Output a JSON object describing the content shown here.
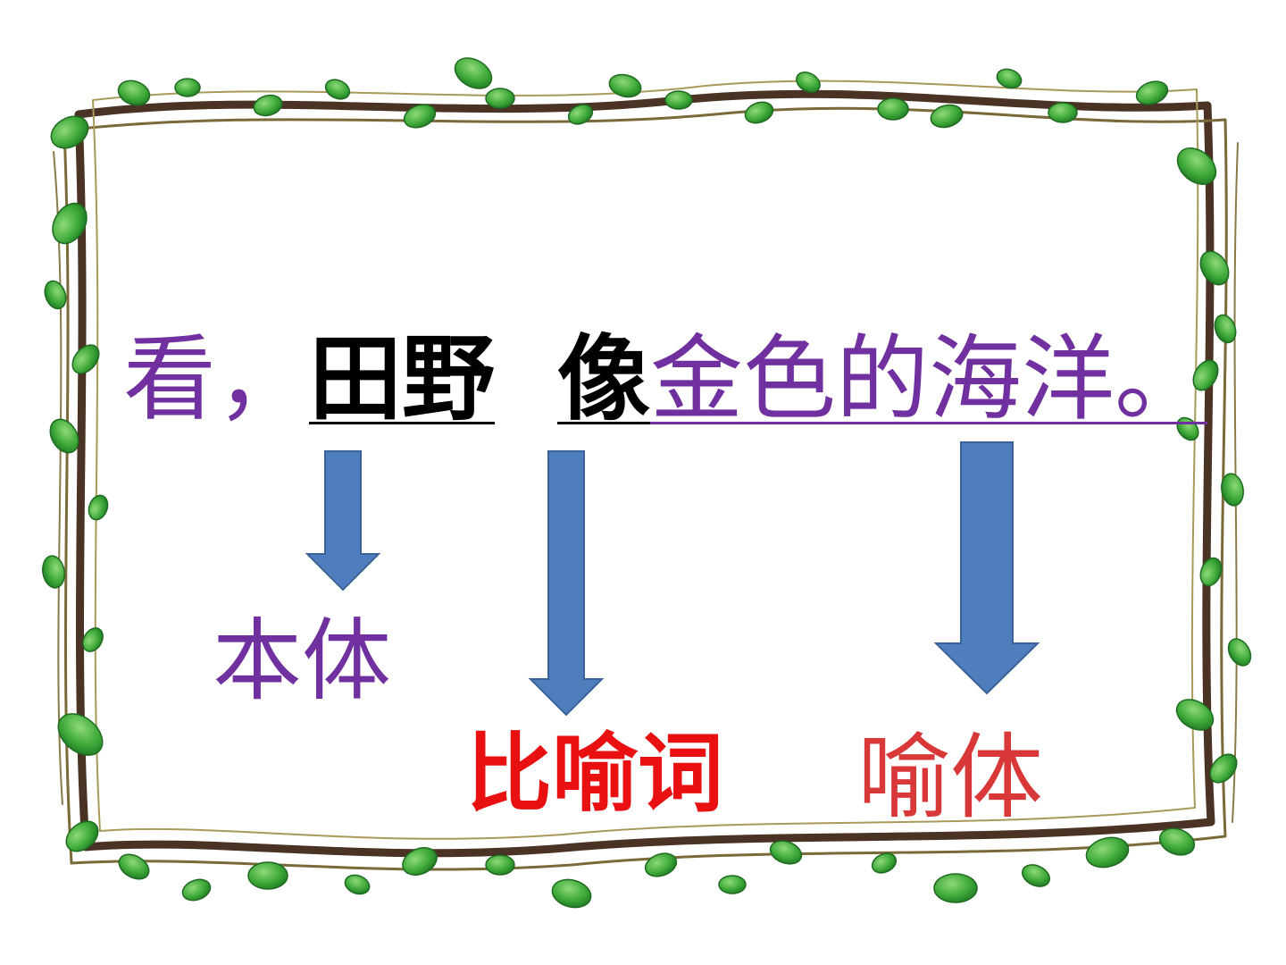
{
  "sentence": {
    "lead": "看，",
    "tenor": "田野",
    "gap": " ",
    "comparison_word": "像",
    "vehicle": "金色的海洋。"
  },
  "labels": {
    "tenor": "本体",
    "comparison_word": "比喻词",
    "vehicle": "喻体"
  },
  "colors": {
    "purple": "#7030A0",
    "red": "#E81010",
    "brick_red": "#D83838",
    "arrow_fill": "#4F7EBF",
    "arrow_stroke": "#3A6298",
    "vine": "#4A3324",
    "leaf": "#3FAA3A"
  },
  "icons": [
    "leafy-vine-frame",
    "down-arrow"
  ]
}
